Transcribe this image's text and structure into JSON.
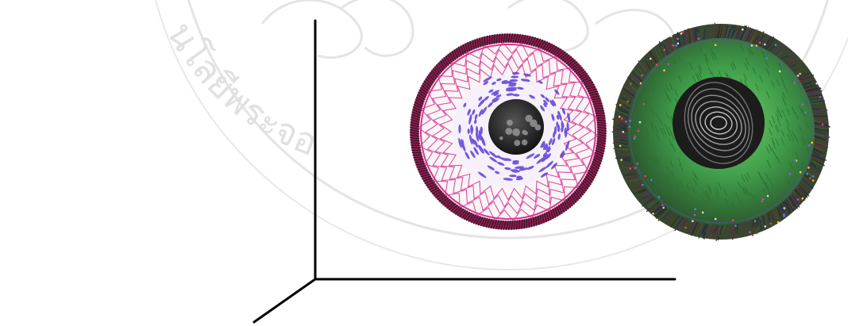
{
  "watermark": {
    "arc_text": "นโลยีพระจอ",
    "color": "#c8c8c8"
  },
  "diagram": {
    "background": "#ffffff",
    "axes_color": "#000000",
    "objects": [
      {
        "name": "magenta-layered-sphere",
        "rim_color": "#8a1f4e",
        "web_color": "#d6338f",
        "swirl_color": "#5b3fd6",
        "core_color": "#262626"
      },
      {
        "name": "green-textured-sphere",
        "fringe_color": "#2f4a2f",
        "body_color": "#3f9c4a",
        "core_color": "#1a1a1a"
      }
    ]
  }
}
